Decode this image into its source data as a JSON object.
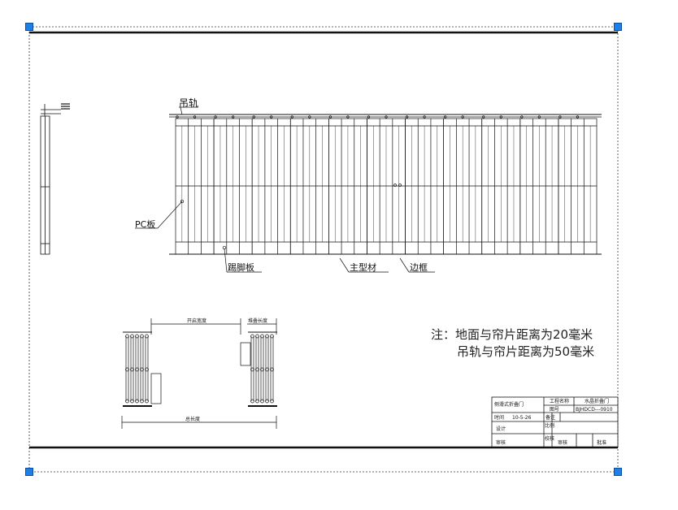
{
  "labels": {
    "hanging_rail": "吊轨",
    "pc_board": "PC板",
    "kick_plate": "踢脚板",
    "main_profile": "主型材",
    "edge_frame": "边框"
  },
  "notes": {
    "line1": "注：地面与帘片距离为20毫米",
    "line2": "吊轨与帘片距离为50毫米"
  },
  "plan_dims": {
    "opening_width": "开启宽度",
    "stack_width": "堆叠长度",
    "total_length": "总长度"
  },
  "title_block": {
    "product": "侧滑式折叠门",
    "project_label": "工程名称",
    "project_value": "水晶折叠门",
    "drawing_no_label": "图号",
    "drawing_no_value": "BJHDCD---0910",
    "date_label": "时间",
    "date_value": "10-5-26",
    "remark_label": "备注",
    "design_label": "设计",
    "ratio_label": "比例",
    "review_label": "审核",
    "audit_label": "审核",
    "approve_label": "批准",
    "check_label": "校核"
  },
  "colors": {
    "line": "#111111",
    "handle": "#1f7fe6"
  }
}
